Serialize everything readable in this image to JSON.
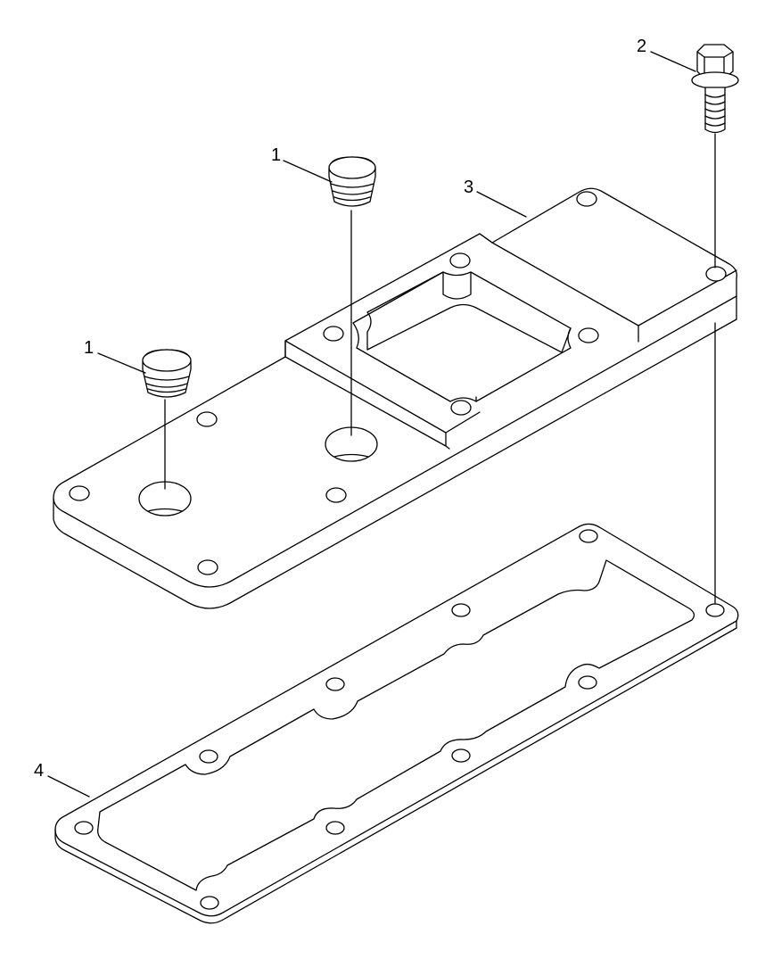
{
  "callouts": {
    "plug_a": "1",
    "plug_b": "1",
    "bolt": "2",
    "cover": "3",
    "gasket": "4"
  },
  "parts": [
    {
      "number": "1",
      "icon": "plug-icon"
    },
    {
      "number": "2",
      "icon": "flange-bolt-icon"
    },
    {
      "number": "3",
      "icon": "cover-plate-icon"
    },
    {
      "number": "4",
      "icon": "gasket-icon"
    }
  ]
}
